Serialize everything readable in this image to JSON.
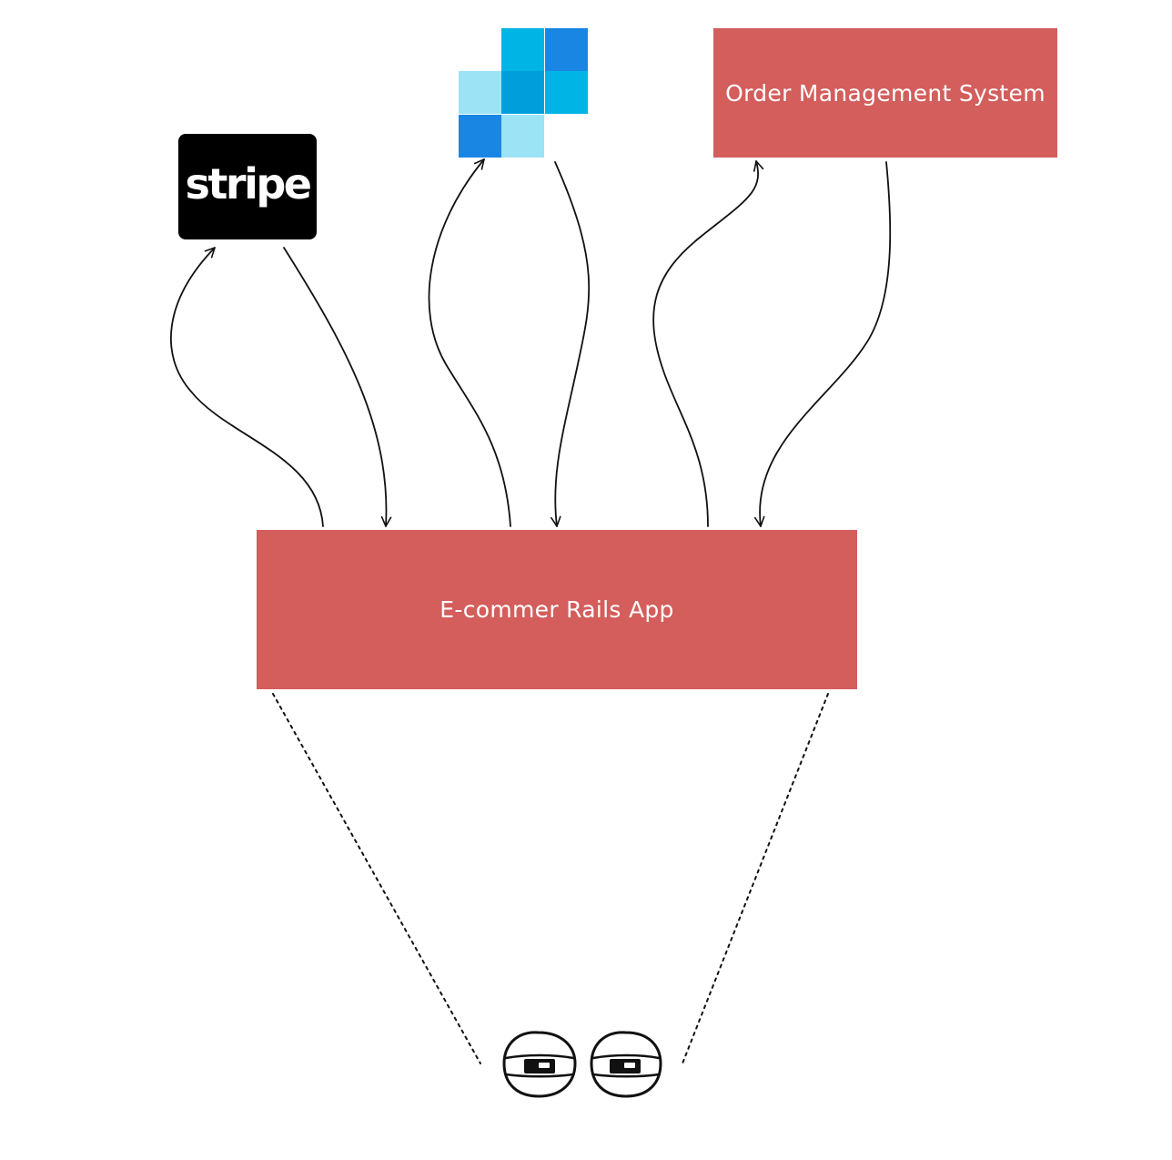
{
  "nodes": {
    "order_management": {
      "label": "Order Management System"
    },
    "rails_app": {
      "label": "E-commer Rails App"
    },
    "stripe": {
      "logo_text": "stripe"
    }
  },
  "colors": {
    "box_fill": "#d35e5c",
    "box_text": "#ffffff",
    "stripe_bg": "#000000",
    "tile_light": "#9de3f6",
    "tile_cyan": "#00b4e5",
    "tile_mid": "#009fdb",
    "tile_blue": "#1a86e3",
    "line": "#111111"
  },
  "icons": [
    "stripe-logo",
    "blue-tiles-logo",
    "eyes-icon",
    "arrow-head-icon"
  ]
}
